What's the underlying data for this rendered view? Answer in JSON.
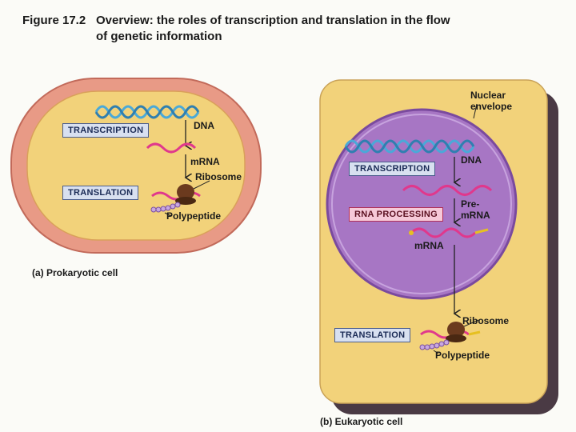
{
  "figure": {
    "number": "Figure 17.2",
    "title_line1": "Overview: the roles of transcription and translation in the flow",
    "title_line2": "of genetic information"
  },
  "prokaryotic": {
    "caption": "(a) Prokaryotic cell",
    "dna": "DNA",
    "mrna": "mRNA",
    "ribosome": "Ribosome",
    "polypeptide": "Polypeptide",
    "transcription": "Transcription",
    "translation": "Translation"
  },
  "eukaryotic": {
    "caption": "(b) Eukaryotic cell",
    "nuclear_envelope_1": "Nuclear",
    "nuclear_envelope_2": "envelope",
    "dna": "DNA",
    "pre_mrna_1": "Pre-",
    "pre_mrna_2": "mRNA",
    "mrna": "mRNA",
    "ribosome": "Ribosome",
    "polypeptide": "Polypeptide",
    "transcription": "Transcription",
    "rna_processing": "RNA processing",
    "translation": "Translation"
  },
  "colors": {
    "cytoplasm": "#f2d27a",
    "prokaryote_wall": "#e89a86",
    "nucleus": "#a776c4",
    "dna": "#4aa9d8",
    "rna": "#e0388c",
    "cell_shadow": "#4a3a44"
  }
}
